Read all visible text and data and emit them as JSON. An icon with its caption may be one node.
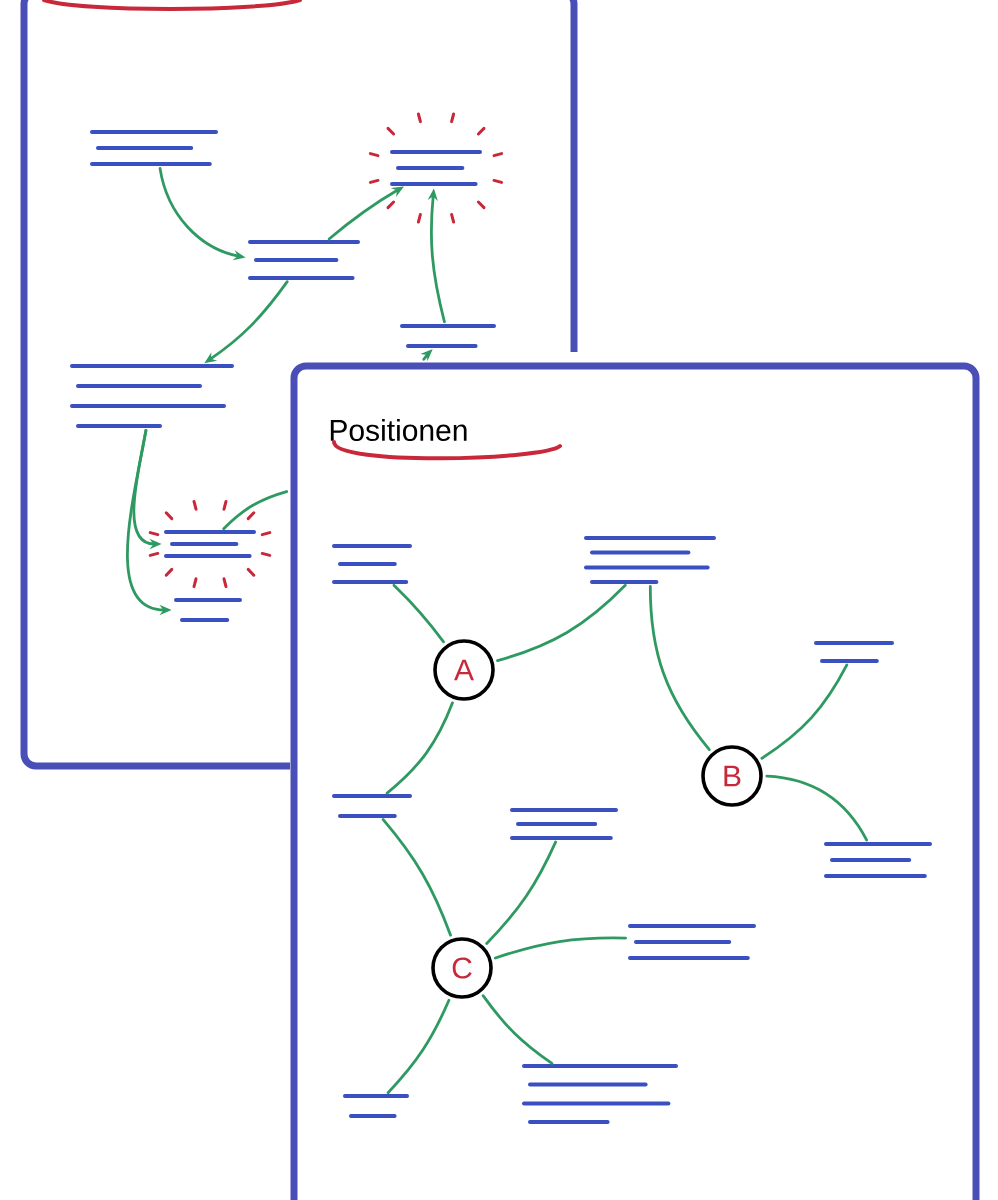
{
  "diagram": {
    "nodes": [
      {
        "text": [],
        "shape": "lines"
      },
      {
        "text": [],
        "shape": "lines"
      },
      {
        "text": [],
        "shape": "lines"
      },
      {
        "text": [],
        "shape": "lines"
      },
      {
        "text": [],
        "shape": "lines"
      },
      {
        "text": [],
        "shape": "lines"
      },
      {
        "text": [],
        "shape": "lines"
      },
      {
        "text": [
          "Positionen"
        ]
      },
      {
        "text": [],
        "shape": "lines",
        "in": 7
      },
      {
        "text": [],
        "shape": "lines",
        "in": 7
      },
      {
        "text": [
          "A"
        ],
        "in": 7
      },
      {
        "text": [],
        "shape": "lines",
        "in": 7
      },
      {
        "text": [
          "B"
        ],
        "in": 7
      },
      {
        "text": [],
        "shape": "lines",
        "in": 7
      },
      {
        "text": [],
        "shape": "lines",
        "in": 7
      },
      {
        "text": [],
        "shape": "lines",
        "in": 7
      },
      {
        "text": [
          "C"
        ],
        "in": 7
      },
      {
        "text": [],
        "shape": "lines",
        "in": 7
      },
      {
        "text": [],
        "shape": "lines",
        "in": 7
      },
      {
        "text": [],
        "shape": "lines",
        "in": 7
      }
    ],
    "edges": [
      {
        "from": 0,
        "to": 1,
        "arrow": "to"
      },
      {
        "from": 1,
        "to": 2,
        "arrow": "to"
      },
      {
        "from": 3,
        "to": 2,
        "arrow": "to"
      },
      {
        "from": 1,
        "to": 4,
        "arrow": "to"
      },
      {
        "from": 4,
        "to": 5,
        "arrow": "to"
      },
      {
        "from": 4,
        "to": 6,
        "arrow": "to"
      },
      {
        "from": 5,
        "to": 7,
        "arrow": "none"
      },
      {
        "from": 7,
        "to": 3,
        "arrow": "to"
      },
      {
        "from": 8,
        "to": 10,
        "arrow": "none"
      },
      {
        "from": 10,
        "to": 9,
        "arrow": "none"
      },
      {
        "from": 9,
        "to": 12,
        "arrow": "none"
      },
      {
        "from": 12,
        "to": 11,
        "arrow": "none"
      },
      {
        "from": 12,
        "to": 15,
        "arrow": "none"
      },
      {
        "from": 10,
        "to": 13,
        "arrow": "none"
      },
      {
        "from": 13,
        "to": 16,
        "arrow": "none"
      },
      {
        "from": 16,
        "to": 14,
        "arrow": "none"
      },
      {
        "from": 16,
        "to": 17,
        "arrow": "none"
      },
      {
        "from": 16,
        "to": 18,
        "arrow": "none"
      },
      {
        "from": 16,
        "to": 19,
        "arrow": "none"
      }
    ]
  }
}
